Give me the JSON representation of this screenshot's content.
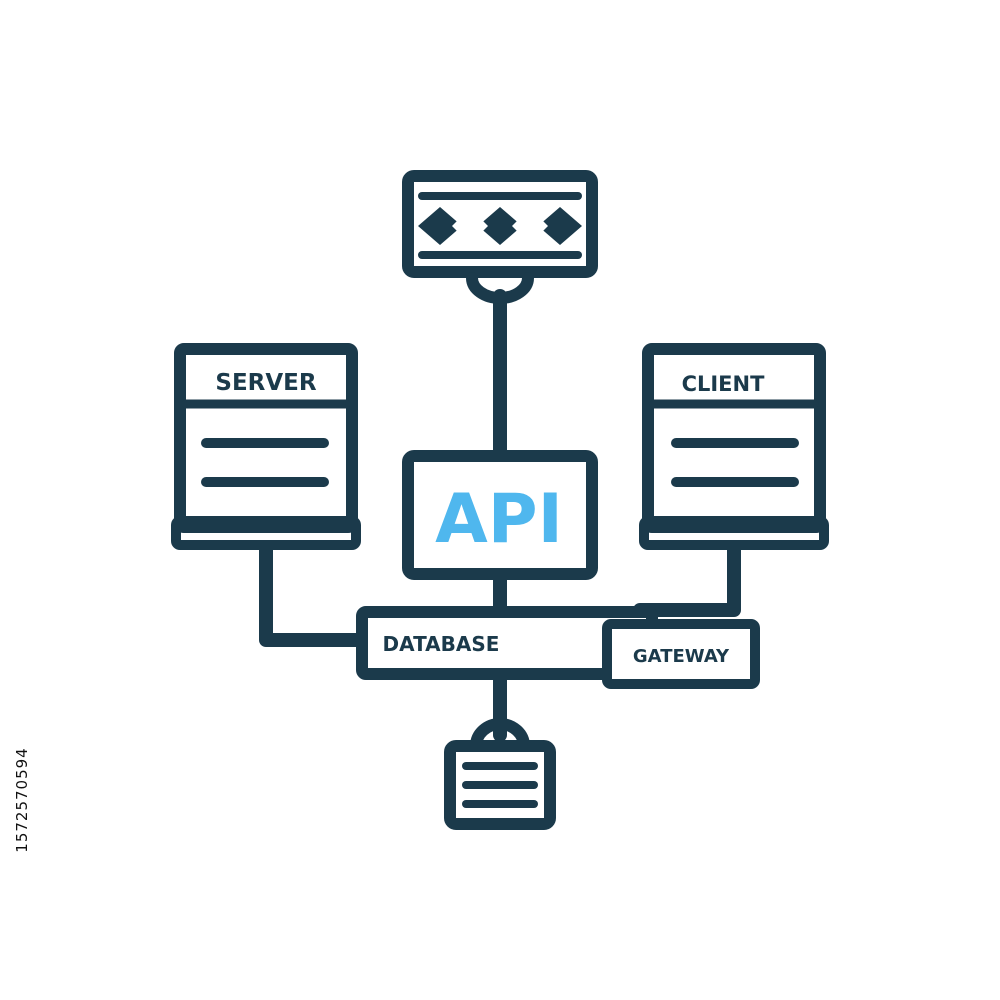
{
  "colors": {
    "stroke": "#1b3a4b",
    "accent": "#4fb7ee",
    "text": "#1b3a4b",
    "background": "#ffffff"
  },
  "labels": {
    "server": "SERVER",
    "client": "CLIENT",
    "api": "API",
    "database": "DATABASE",
    "gateway": "GATEWAY"
  },
  "watermark": {
    "stock_id": "1572570594"
  }
}
